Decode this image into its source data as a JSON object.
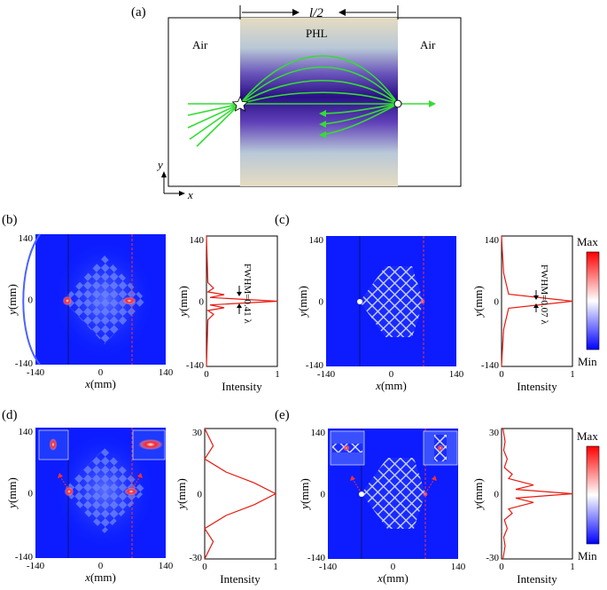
{
  "panel_a": {
    "label": "(a)",
    "width_label": "l/2",
    "left_region": "Air",
    "center_region": "PHL",
    "right_region": "Air",
    "axis_y": "y",
    "axis_x": "x",
    "ray_color": "#33dd33"
  },
  "panels": [
    {
      "label": "(b)"
    },
    {
      "label": "(c)"
    },
    {
      "label": "(d)"
    },
    {
      "label": "(e)"
    }
  ],
  "field_plots": {
    "x_ticks": [
      "-140",
      "0",
      "140"
    ],
    "y_ticks": [
      "140",
      "0",
      "-140"
    ],
    "x_label_var": "x",
    "x_label_unit": "(mm)",
    "y_label_var": "y",
    "y_label_unit": "(mm)"
  },
  "profiles": {
    "intensity_label": "Intensity",
    "x_ticks": [
      "0",
      "1"
    ],
    "y_ticks_top": [
      "140",
      "0",
      "-140"
    ],
    "y_ticks_bottom": [
      "30",
      "0",
      "-30"
    ],
    "fwhm_b": "FWHM=0.41 λ",
    "fwhm_c": "FWHM=0.07 λ",
    "curve_color": "#e8190f"
  },
  "colorbar": {
    "max_label": "Max",
    "min_label": "Min",
    "colors": [
      "#0000ff",
      "#ffffff",
      "#ff0000"
    ]
  },
  "chart_data": [
    {
      "type": "line",
      "panel": "(b)",
      "xlabel": "Intensity",
      "ylabel": "y(mm)",
      "xlim": [
        0,
        1
      ],
      "ylim": [
        -140,
        140
      ],
      "series": [
        {
          "x": [
            0,
            0.02,
            0.1,
            0.02,
            0.25,
            0.05,
            1,
            0.05,
            0.25,
            0.02,
            0.1,
            0.02,
            0
          ],
          "y": [
            -140,
            -40,
            -28,
            -20,
            -14,
            -8,
            0,
            8,
            14,
            20,
            28,
            40,
            140
          ]
        }
      ]
    },
    {
      "type": "line",
      "panel": "(c)",
      "xlabel": "Intensity",
      "ylabel": "y(mm)",
      "xlim": [
        0,
        1
      ],
      "ylim": [
        -140,
        140
      ],
      "series": [
        {
          "x": [
            0,
            0.01,
            0.03,
            0.1,
            1,
            0.1,
            0.03,
            0.01,
            0
          ],
          "y": [
            -140,
            -110,
            -60,
            -15,
            0,
            15,
            60,
            110,
            140
          ]
        }
      ]
    },
    {
      "type": "line",
      "panel": "(d)",
      "xlabel": "Intensity",
      "ylabel": "y(mm)",
      "xlim": [
        0,
        1
      ],
      "ylim": [
        -30,
        30
      ],
      "series": [
        {
          "x": [
            0,
            0.12,
            0,
            0.3,
            0.7,
            1,
            0.7,
            0.3,
            0,
            0.12,
            0
          ],
          "y": [
            -30,
            -22,
            -16,
            -10,
            -5,
            0,
            5,
            10,
            16,
            22,
            30
          ]
        }
      ]
    },
    {
      "type": "line",
      "panel": "(e)",
      "xlabel": "Intensity",
      "ylabel": "y(mm)",
      "xlim": [
        0,
        1
      ],
      "ylim": [
        -30,
        30
      ],
      "series": [
        {
          "x": [
            0.02,
            0.05,
            0.03,
            0.08,
            0.04,
            0.15,
            0.1,
            0.45,
            0.2,
            1,
            0.2,
            0.45,
            0.1,
            0.15,
            0.04,
            0.08,
            0.03,
            0.05,
            0.02
          ],
          "y": [
            -30,
            -24,
            -20,
            -16,
            -12,
            -9,
            -7,
            -4,
            -2,
            0,
            2,
            4,
            7,
            9,
            12,
            16,
            20,
            24,
            30
          ]
        }
      ]
    }
  ]
}
